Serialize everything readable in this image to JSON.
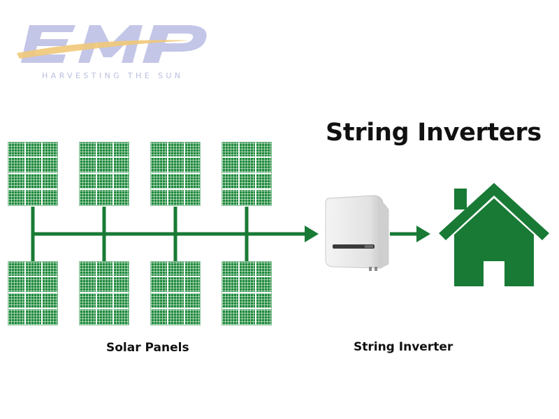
{
  "logo": {
    "wordmark": "EMP",
    "tagline": "HARVESTING THE SUN"
  },
  "title": "String Inverters",
  "labels": {
    "panels": "Solar Panels",
    "inverter": "String Inverter"
  },
  "colors": {
    "green": "#187a35",
    "panel_green": "#1f8a3c",
    "logo_lavender": "#c4c6e8",
    "logo_gold": "#f0c878",
    "text": "#111111"
  },
  "icons": [
    "solar-panel-icon",
    "arrow-icon",
    "inverter-icon",
    "house-icon"
  ]
}
